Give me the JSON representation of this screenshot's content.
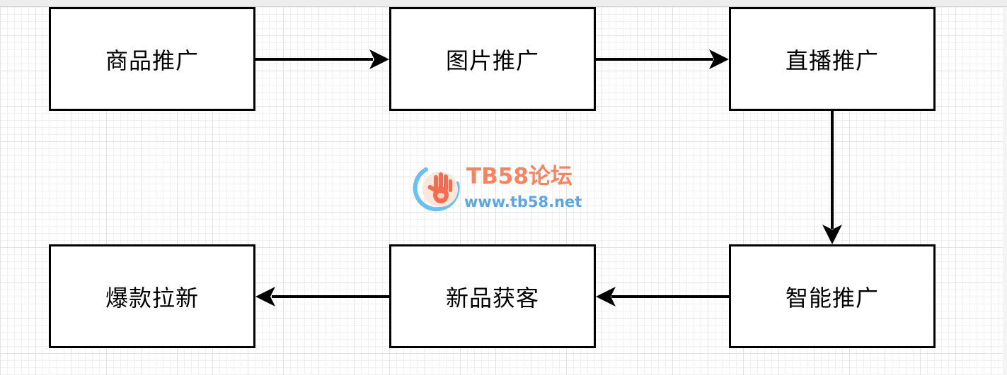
{
  "diagram": {
    "nodes": [
      {
        "id": "n1",
        "label": "商品推广"
      },
      {
        "id": "n2",
        "label": "图片推广"
      },
      {
        "id": "n3",
        "label": "直播推广"
      },
      {
        "id": "n4",
        "label": "智能推广"
      },
      {
        "id": "n5",
        "label": "新品获客"
      },
      {
        "id": "n6",
        "label": "爆款拉新"
      }
    ],
    "edges": [
      {
        "from": "n1",
        "to": "n2"
      },
      {
        "from": "n2",
        "to": "n3"
      },
      {
        "from": "n3",
        "to": "n4"
      },
      {
        "from": "n4",
        "to": "n5"
      },
      {
        "from": "n5",
        "to": "n6"
      }
    ]
  },
  "watermark": {
    "title": "TB58论坛",
    "url": "www.tb58.net",
    "logo_icon": "hand-icon",
    "title_color": "#f58561",
    "url_color": "#5ba8e0"
  },
  "colors": {
    "stroke": "#000000",
    "node_fill": "#ffffff",
    "grid": "#e3e3e3"
  }
}
